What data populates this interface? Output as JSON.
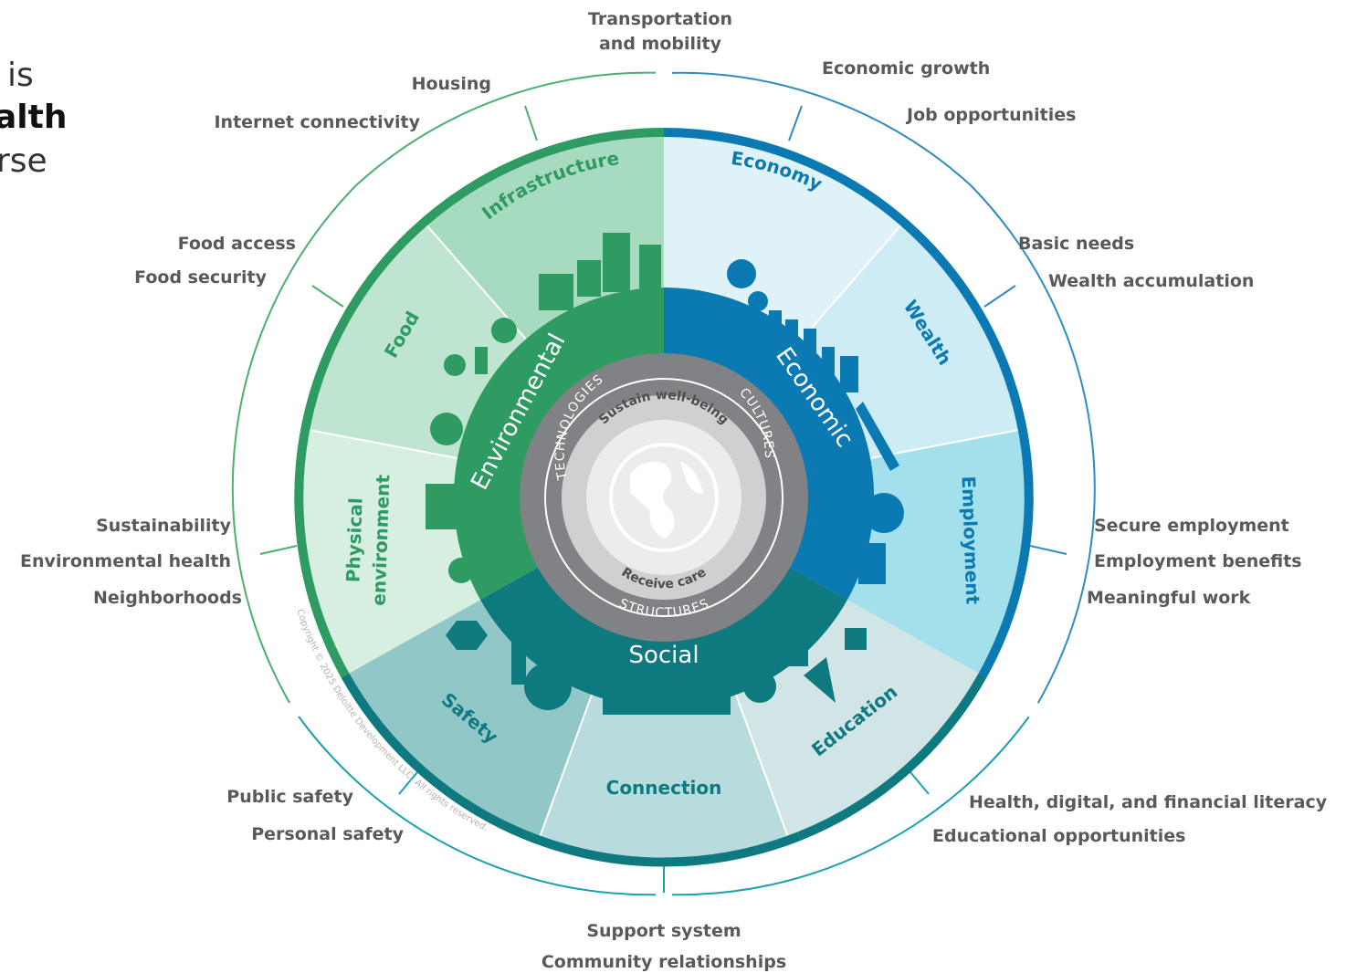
{
  "intro_fragment": {
    "line1": "is",
    "line2": "alth",
    "line3": "rse"
  },
  "colors": {
    "environmental": "#2e9b62",
    "economic": "#0b7ab3",
    "social": "#0e7a80",
    "core_ring": "#808285"
  },
  "inner_ring": {
    "technologies": "TECHNOLOGIES",
    "cultures": "CULTURES",
    "structures": "STRUCTURES",
    "sustain": "Sustain well-being",
    "receive": "Receive care"
  },
  "domains": {
    "environmental": "Environmental",
    "economic": "Economic",
    "social": "Social"
  },
  "segments": {
    "infrastructure": "Infrastructure",
    "food": "Food",
    "physical_line1": "Physical",
    "physical_line2": "environment",
    "economy": "Economy",
    "wealth": "Wealth",
    "employment": "Employment",
    "safety": "Safety",
    "connection": "Connection",
    "education": "Education"
  },
  "outer_labels": {
    "transportation_1": "Transportation",
    "transportation_2": "and mobility",
    "housing": "Housing",
    "internet": "Internet connectivity",
    "economic_growth": "Economic growth",
    "job_opportunities": "Job opportunities",
    "food_access": "Food access",
    "food_security": "Food security",
    "basic_needs": "Basic needs",
    "wealth_accumulation": "Wealth accumulation",
    "sustainability": "Sustainability",
    "environmental_health": "Environmental health",
    "neighborhoods": "Neighborhoods",
    "secure_employment": "Secure employment",
    "employment_benefits": "Employment benefits",
    "meaningful_work": "Meaningful work",
    "public_safety": "Public safety",
    "personal_safety": "Personal safety",
    "health_literacy": "Health, digital, and financial literacy",
    "educational_opportunities": "Educational opportunities",
    "support_system": "Support system",
    "community_relationships": "Community relationships"
  },
  "copyright": "Copyright © 2025 Deloitte Development LLC. All rights reserved."
}
